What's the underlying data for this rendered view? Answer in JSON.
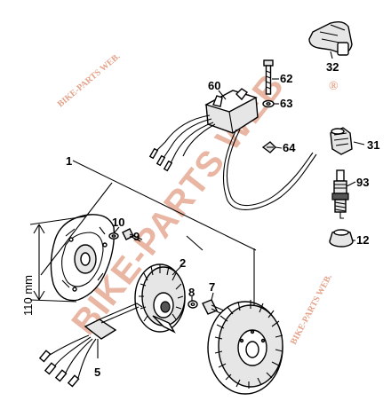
{
  "watermarks": {
    "main": "BIKE-PARTS WEB",
    "small_top": "BIKE-PARTS WEB.",
    "small_bottom": "BIKE-PARTS WEB.",
    "registered": "®"
  },
  "dimension": {
    "label": "110 mm"
  },
  "callouts": {
    "c1": "1",
    "c2": "2",
    "c5": "5",
    "c7": "7",
    "c8": "8",
    "c9": "9",
    "c10": "10",
    "c12": "12",
    "c31": "31",
    "c32": "32",
    "c60": "60",
    "c62": "62",
    "c63": "63",
    "c64": "64",
    "c93": "93"
  }
}
